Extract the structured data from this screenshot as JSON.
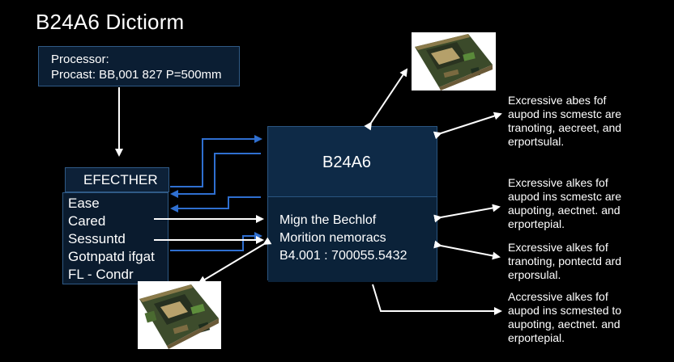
{
  "title": "B24A6 Dictiorm",
  "processor": {
    "line1": "Processor:",
    "line2": "Procast: BB,001  827  P=500mm"
  },
  "left_box": {
    "header": "EFECTHER",
    "items": [
      "Ease",
      "Cared",
      "Sessuntd",
      "Gotnpatd ifgat",
      "FL - Condr"
    ]
  },
  "main_box": {
    "title": "B24A6",
    "lines": [
      "Mign the Bechlof",
      "Morition nemoracs",
      "B4.001 : 700055.5432"
    ]
  },
  "notes": [
    [
      "Excressive abes fof",
      "aupod ins scmestc are",
      "tranoting, aecreet, and",
      "erportsulal."
    ],
    [
      "Excressive alkes fof",
      "aupod ins scmestc are",
      "aupoting, aectnet. and",
      "erportepial."
    ],
    [
      "Excressive alkes fof",
      "tranoting, pontectd ard",
      "erporsulal."
    ],
    [
      "Accressive alkes fof",
      "aupod ins scmested to",
      "aupoting, aectnet. and",
      "erportepial."
    ]
  ],
  "images": {
    "top_right": "circuit-board",
    "bottom_left": "circuit-board"
  },
  "colors": {
    "background": "#000000",
    "box_fill": "#0e2a47",
    "box_border": "#2a5580",
    "blue_arrow": "#2f6fd0",
    "white_arrow": "#ffffff"
  }
}
